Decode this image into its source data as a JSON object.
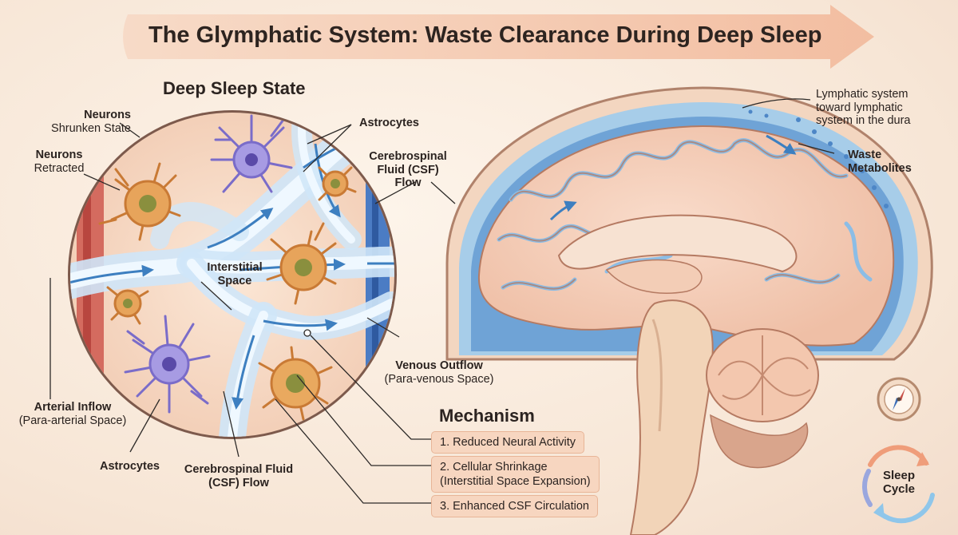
{
  "title": "The Glymphatic System: Waste Clearance During Deep Sleep",
  "left_panel": {
    "heading": "Deep Sleep State",
    "labels": {
      "neurons_shrunken_1": "Neurons",
      "neurons_shrunken_2": "Shrunken State",
      "neurons_retracted_1": "Neurons",
      "neurons_retracted_2": "Retracted",
      "astrocytes_top": "Astrocytes",
      "csf_flow_right_1": "Cerebrospinal",
      "csf_flow_right_2": "Fluid (CSF)",
      "csf_flow_right_3": "Flow",
      "interstitial_1": "Interstitial",
      "interstitial_2": "Space",
      "venous_1": "Venous Outflow",
      "venous_2": "(Para-venous Space)",
      "arterial_1": "Arterial Inflow",
      "arterial_2": "(Para-arterial Space)",
      "astrocytes_bottom": "Astrocytes",
      "csf_flow_bottom_1": "Cerebrospinal Fluid",
      "csf_flow_bottom_2": "(CSF) Flow"
    }
  },
  "mechanism": {
    "heading": "Mechanism",
    "steps": [
      {
        "line1": "1. Reduced Neural Activity",
        "line2": ""
      },
      {
        "line1": "2. Cellular Shrinkage",
        "line2": "(Interstitial Space Expansion)"
      },
      {
        "line1": "3. Enhanced CSF Circulation",
        "line2": ""
      }
    ]
  },
  "brain_panel": {
    "lymphatic_1": "Lymphatic system",
    "lymphatic_2": "toward lymphatic",
    "lymphatic_3": "system in the dura",
    "waste_1": "Waste",
    "waste_2": "Metabolites"
  },
  "sleep_cycle": {
    "line1": "Sleep",
    "line2": "Cycle"
  },
  "icons": [
    "compass-icon",
    "cycle-arrows-icon"
  ],
  "colors": {
    "background": "#f7e6d6",
    "title_arrow": "#f3c9ae",
    "csf_blue": "#8cc4ea",
    "artery_red": "#c8524a",
    "vein_blue": "#3e6fb8",
    "neuron_orange": "#e59a4f",
    "astrocyte_purple": "#8a7fd1",
    "brain_pink": "#f4c8b4",
    "mechanism_box": "#f7d6c0"
  }
}
